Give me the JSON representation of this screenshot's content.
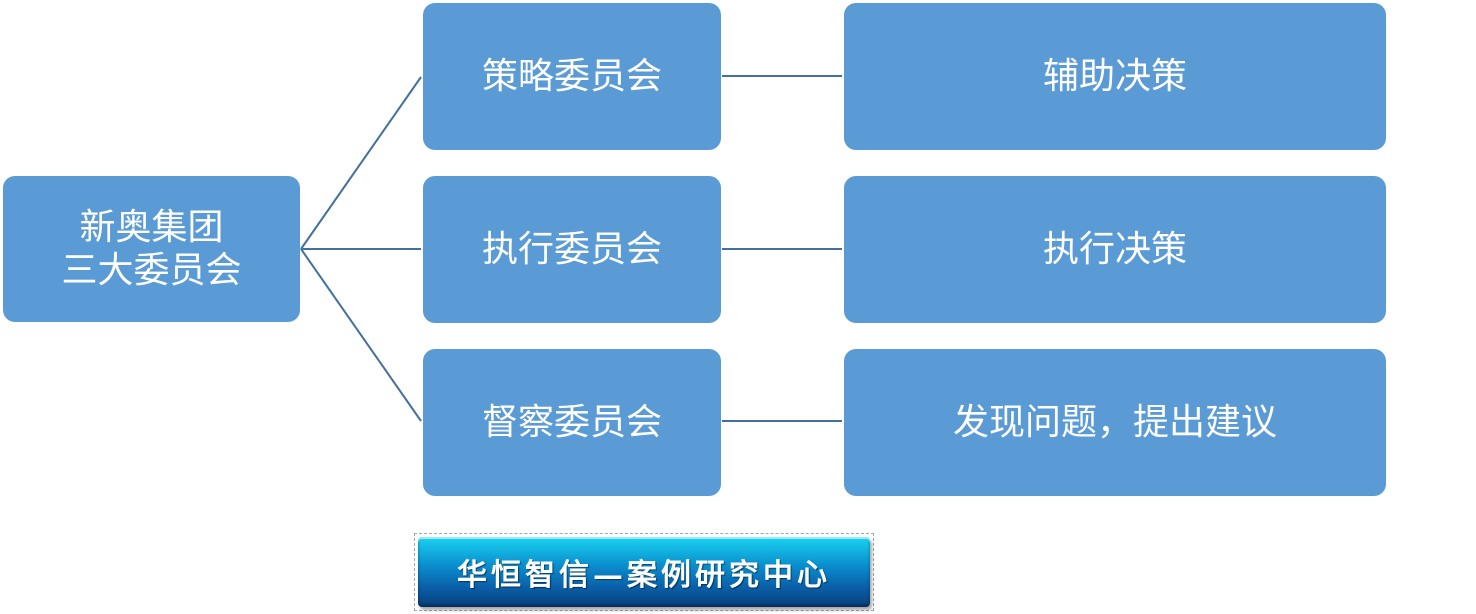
{
  "diagram": {
    "root": {
      "line1": "新奥集团",
      "line2": "三大委员会"
    },
    "committees": [
      {
        "name": "策略委员会",
        "role": "辅助决策"
      },
      {
        "name": "执行委员会",
        "role": "执行决策"
      },
      {
        "name": "督察委员会",
        "role": "发现问题，提出建议"
      }
    ]
  },
  "banner": {
    "text": "华恒智信—案例研究中心"
  },
  "colors": {
    "box_fill": "#5b9bd5",
    "connector": "#41719c",
    "text": "#ffffff"
  }
}
